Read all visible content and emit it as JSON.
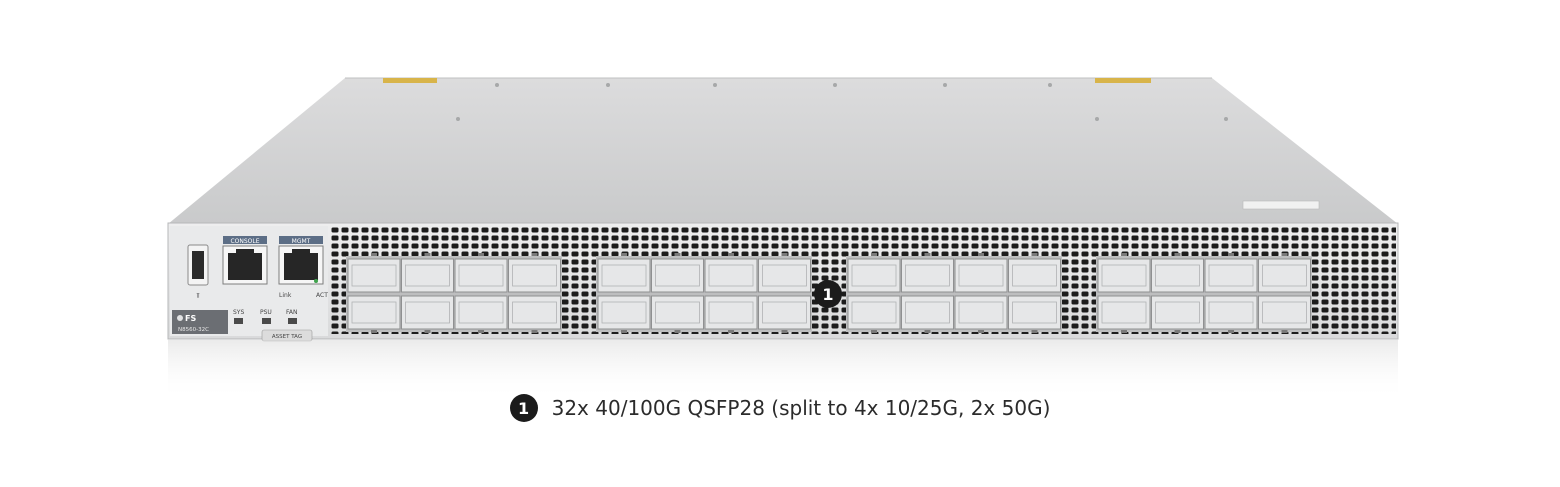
{
  "device": {
    "brand": "FS",
    "model": "N8560-32C",
    "labels": {
      "console": "CONSOLE",
      "mgmt": "MGMT",
      "link": "Link",
      "act": "ACT",
      "sys": "SYS",
      "psu": "PSU",
      "fan": "FAN",
      "asset_tag": "ASSET TAG"
    },
    "port_count": 32
  },
  "callout": {
    "number": "1",
    "text": "32x 40/100G QSFP28 (split to 4x 10/25G, 2x 50G)"
  },
  "colors": {
    "chassis_top": "#d2d3d4",
    "front_panel": "#e2e3e4",
    "vent_hole": "#1c1c1c",
    "port_cage": "#e6e7e8",
    "warning_label": "#d8b44a",
    "caption_text": "#2b2b2b"
  }
}
